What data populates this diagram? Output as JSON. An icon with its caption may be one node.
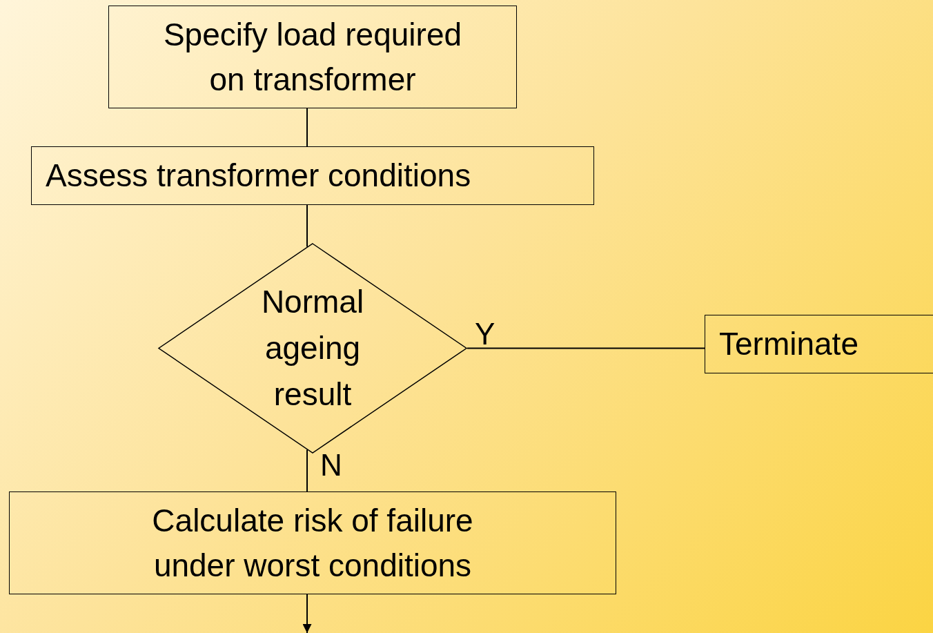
{
  "diagram": {
    "nodes": [
      {
        "text": [
          "Specify load required on transformer"
        ]
      },
      {
        "text": [
          "Assess transformer conditions"
        ]
      },
      {
        "text": [
          "Normal ageing result"
        ]
      },
      {
        "text": [
          "Terminate"
        ]
      },
      {
        "text": [
          "Calculate risk of failure under worst conditions"
        ]
      }
    ],
    "edges": [
      {
        "from": 0,
        "to": 1,
        "arrow": "none"
      },
      {
        "from": 1,
        "to": 2,
        "arrow": "none"
      },
      {
        "from": 2,
        "to": 3,
        "arrow": "none",
        "label": "Y"
      },
      {
        "from": 2,
        "to": 4,
        "arrow": "none",
        "label": "N"
      },
      {
        "from": 4,
        "to": null,
        "arrow": "to"
      }
    ]
  }
}
